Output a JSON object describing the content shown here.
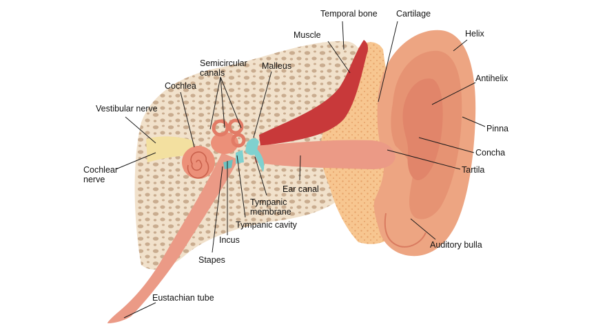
{
  "labels": {
    "temporal_bone": "Temporal bone",
    "cartilage": "Cartilage",
    "muscle": "Muscle",
    "helix": "Helix",
    "malleus": "Malleus",
    "semicircular_canals_1": "Semicircular",
    "semicircular_canals_2": "canals",
    "cochlea": "Cochlea",
    "antihelix": "Antihelix",
    "vestibular_nerve": "Vestibular nerve",
    "pinna": "Pinna",
    "concha": "Concha",
    "cochlear_nerve_1": "Cochlear",
    "cochlear_nerve_2": "nerve",
    "tartila": "Tartila",
    "ear_canal": "Ear canal",
    "tympanic_membrane_1": "Tympanic",
    "tympanic_membrane_2": "membrane",
    "tympanic_cavity": "Tympanic cavity",
    "incus": "Incus",
    "auditory_bulla": "Auditory bulla",
    "stapes": "Stapes",
    "eustachian_tube": "Eustachian tube"
  },
  "colors": {
    "bone": "#f1e1cb",
    "bone_pore": "#c9ac8f",
    "cartilage": "#f7c690",
    "muscle": "#c8393a",
    "skin": "#eda582",
    "skin_dark": "#e18a6c",
    "canal": "#eb9a86",
    "cochlea": "#ec9079",
    "nerve": "#f3e0a0",
    "ossicle": "#7fd1cf"
  }
}
